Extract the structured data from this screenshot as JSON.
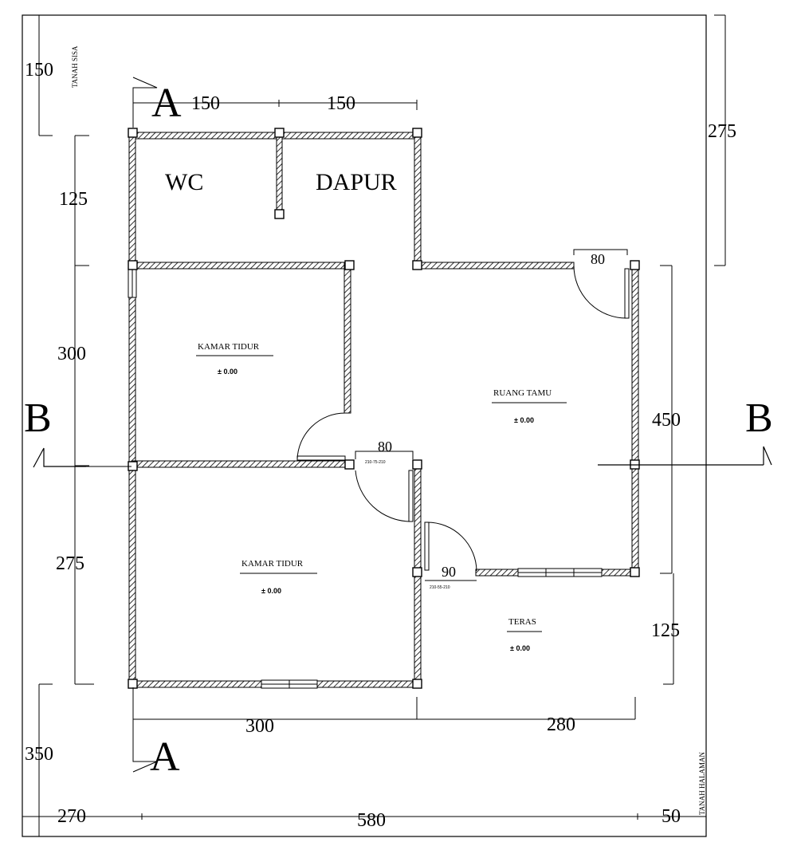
{
  "rooms": {
    "wc": "WC",
    "dapur": "DAPUR",
    "kamar_tidur_1": "KAMAR TIDUR",
    "kamar_tidur_2": "KAMAR TIDUR",
    "ruang_tamu": "RUANG TAMU",
    "teras": "TERAS"
  },
  "elevations": {
    "kamar_tidur_1": "± 0.00",
    "kamar_tidur_2": "± 0.00",
    "ruang_tamu": "± 0.00",
    "teras": "± 0.00"
  },
  "site_labels": {
    "top_left": "TANAH SISA",
    "bottom_right": "TANAH HALAMAN"
  },
  "section_markers": {
    "a_top": "A",
    "a_bottom": "A",
    "b_left": "B",
    "b_right": "B"
  },
  "dimensions": {
    "top_1": "150",
    "top_2": "150",
    "left_125": "125",
    "left_300": "300",
    "left_275": "275",
    "outer_left_150": "150",
    "outer_left_350": "350",
    "right_275": "275",
    "right_450": "450",
    "right_125": "125",
    "bottom_300": "300",
    "bottom_280": "280",
    "site_270": "270",
    "site_580": "580",
    "site_50": "50",
    "door_main": "80",
    "door_bedroom": "80",
    "door_teras": "90"
  },
  "door_codes": {
    "bedroom": "210-75-210",
    "teras": "210-55-210"
  }
}
